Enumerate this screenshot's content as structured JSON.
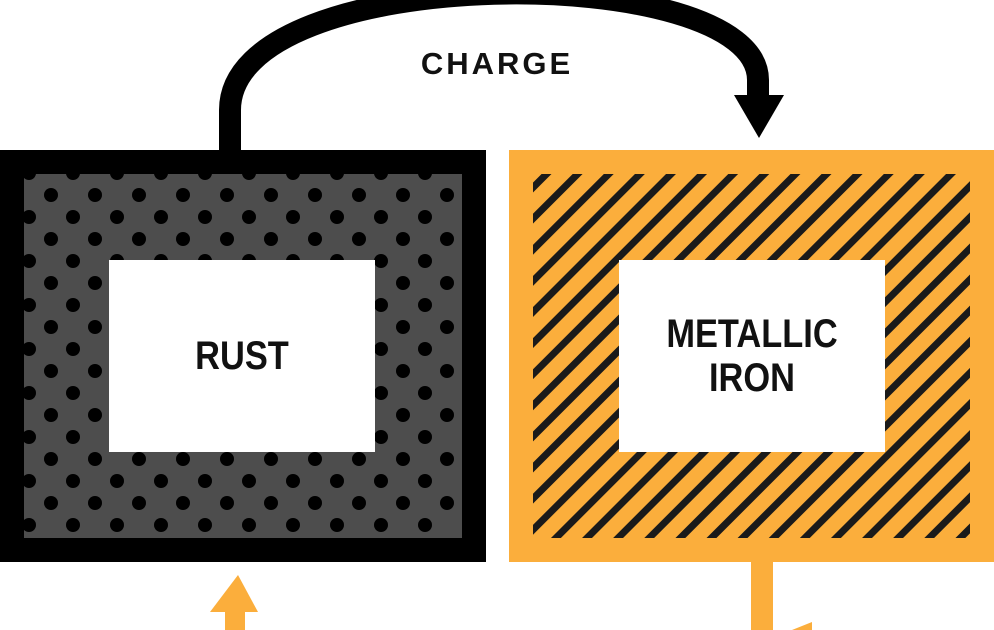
{
  "diagram": {
    "charge_label": "CHARGE",
    "rust_box": {
      "label": "RUST"
    },
    "iron_box": {
      "label_line1": "METALLIC",
      "label_line2": "IRON"
    }
  },
  "colors": {
    "rust_frame": "#000000",
    "rust_fill": "#4d4d4d",
    "rust_dots": "#000000",
    "iron_fill": "#fbae3c",
    "iron_stripes": "#1a1a1a",
    "charge_arrow": "#000000",
    "discharge_arrow": "#fbae3c",
    "inner_panel": "#ffffff"
  }
}
